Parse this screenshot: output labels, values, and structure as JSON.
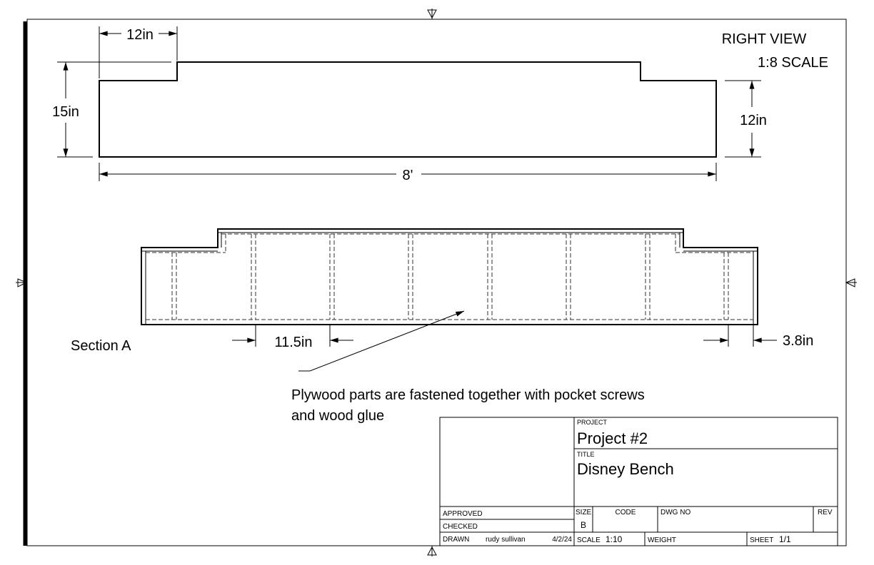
{
  "drawing": {
    "view_label": "RIGHT VIEW",
    "view_scale": "1:8 SCALE",
    "dimensions": {
      "top_step_width": "12in",
      "overall_height": "15in",
      "end_height": "12in",
      "overall_length": "8'",
      "divider_spacing": "11.5in",
      "end_offset": "3.8in"
    },
    "section_label": "Section A",
    "note_line1": "Plywood parts are fastened together with pocket screws",
    "note_line2": "and wood glue"
  },
  "title_block": {
    "project_label": "PROJECT",
    "project": "Project #2",
    "title_label": "TITLE",
    "title": "Disney Bench",
    "approved_label": "APPROVED",
    "checked_label": "CHECKED",
    "drawn_label": "DRAWN",
    "drawn_by": "rudy sullivan",
    "drawn_date": "4/2/24",
    "size_label": "SIZE",
    "size": "B",
    "code_label": "CODE",
    "dwg_no_label": "DWG NO",
    "rev_label": "REV",
    "scale_label": "SCALE",
    "scale": "1:10",
    "weight_label": "WEIGHT",
    "sheet_label": "SHEET",
    "sheet": "1/1"
  }
}
